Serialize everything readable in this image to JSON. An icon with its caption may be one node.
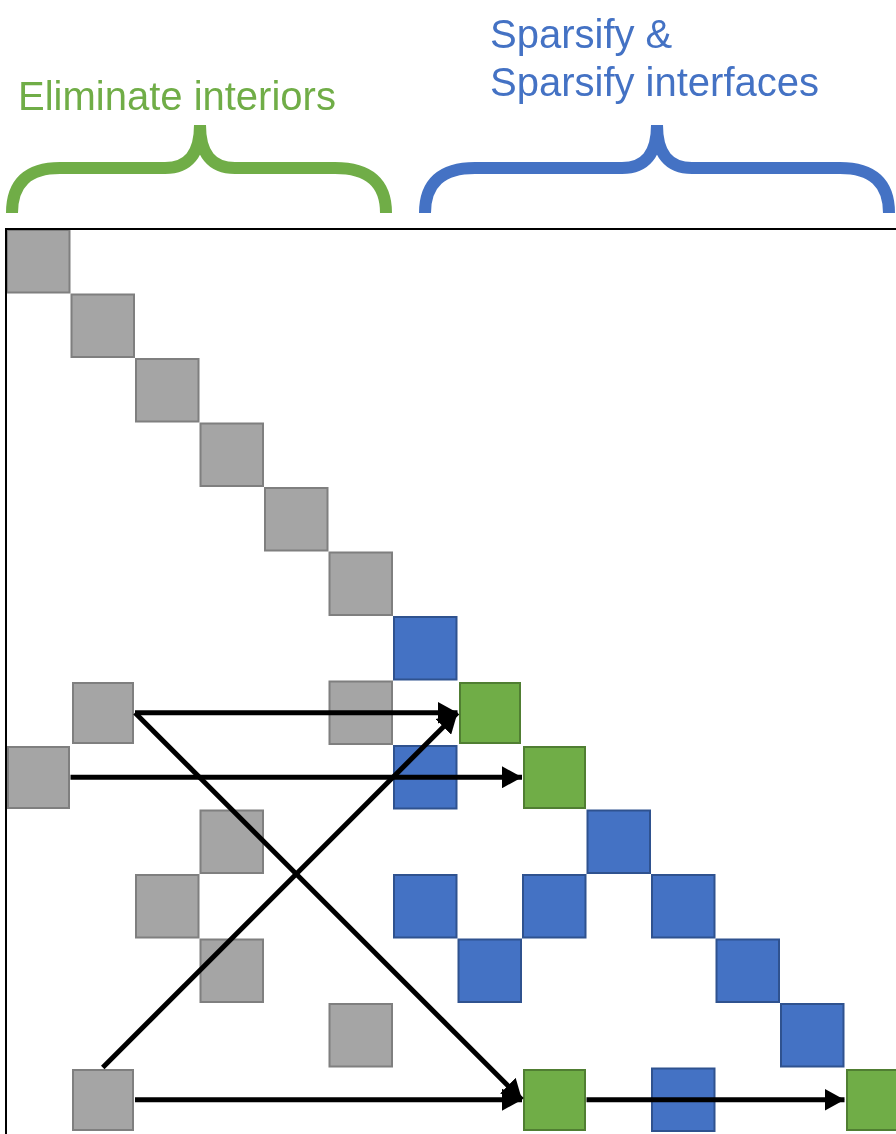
{
  "diagram": {
    "nodes": [
      {
        "text": [],
        "shape": "box"
      },
      {
        "text": [],
        "shape": "box"
      },
      {
        "text": [],
        "shape": "box"
      },
      {
        "text": [],
        "shape": "box"
      },
      {
        "text": [],
        "shape": "box"
      },
      {
        "text": [],
        "shape": "box"
      },
      {
        "text": [],
        "shape": "box"
      }
    ],
    "edges": [
      {
        "from": 0,
        "to": 1,
        "arrow": "to"
      },
      {
        "from": 2,
        "to": 3,
        "arrow": "to"
      },
      {
        "from": 0,
        "to": 5,
        "arrow": "to"
      },
      {
        "from": 4,
        "to": 1,
        "arrow": "to"
      },
      {
        "from": 4,
        "to": 5,
        "arrow": "to"
      },
      {
        "from": 5,
        "to": 6,
        "arrow": "to"
      }
    ],
    "labels": [
      "Eliminate interiors",
      "Sparsify & Sparsify interfaces"
    ]
  }
}
